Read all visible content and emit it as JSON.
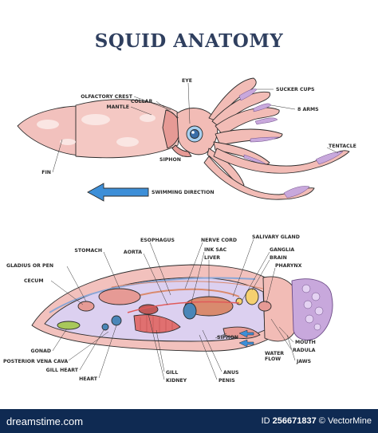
{
  "title": "SQUID ANATOMY",
  "labels_top": {
    "eye": "EYE",
    "olfactory_crest": "OLFACTORY CREST",
    "collar": "COLLAR",
    "mantle": "MANTLE",
    "sucker_cups": "SUCKER CUPS",
    "arms": "8 ARMS",
    "tentacle": "TENTACLE",
    "fin": "FIN",
    "siphon": "SIPHON",
    "swimming_direction": "SWIMMING DIRECTION"
  },
  "labels_bottom": {
    "esophagus": "ESOPHAGUS",
    "nerve_cord": "NERVE CORD",
    "salivary_gland": "SALIVARY GLAND",
    "stomach": "STOMACH",
    "aorta": "AORTA",
    "ink_sac": "INK SAC",
    "ganglia": "GANGLIA",
    "gladius": "GLADIUS OR PEN",
    "liver": "LIVER",
    "brain": "BRAIN",
    "pharynx": "PHARYNX",
    "cecum": "CECUM",
    "mouth": "MOUTH",
    "siphon": "SIPHON",
    "radula": "RADULA",
    "water_flow": "WATER FLOW",
    "gonad": "GONAD",
    "jaws": "JAWS",
    "posterior_vena_cava": "POSTERIOR VENA CAVA",
    "gill_heart": "GILL HEART",
    "heart": "HEART",
    "gill": "GILL",
    "kidney": "KIDNEY",
    "anus": "ANUS",
    "penis": "PENIS"
  },
  "footer": {
    "brand": "dreamstime.com",
    "id_prefix": "ID",
    "id_value": "256671837",
    "credit": "© VectorMine"
  },
  "colors": {
    "title": "#2f3f5f",
    "body_pink": "#f2c1bd",
    "body_dark": "#e69a95",
    "mantle_inner": "#dcd0f0",
    "arrow_blue": "#3d8fd8",
    "footer": "#0f2a52"
  }
}
